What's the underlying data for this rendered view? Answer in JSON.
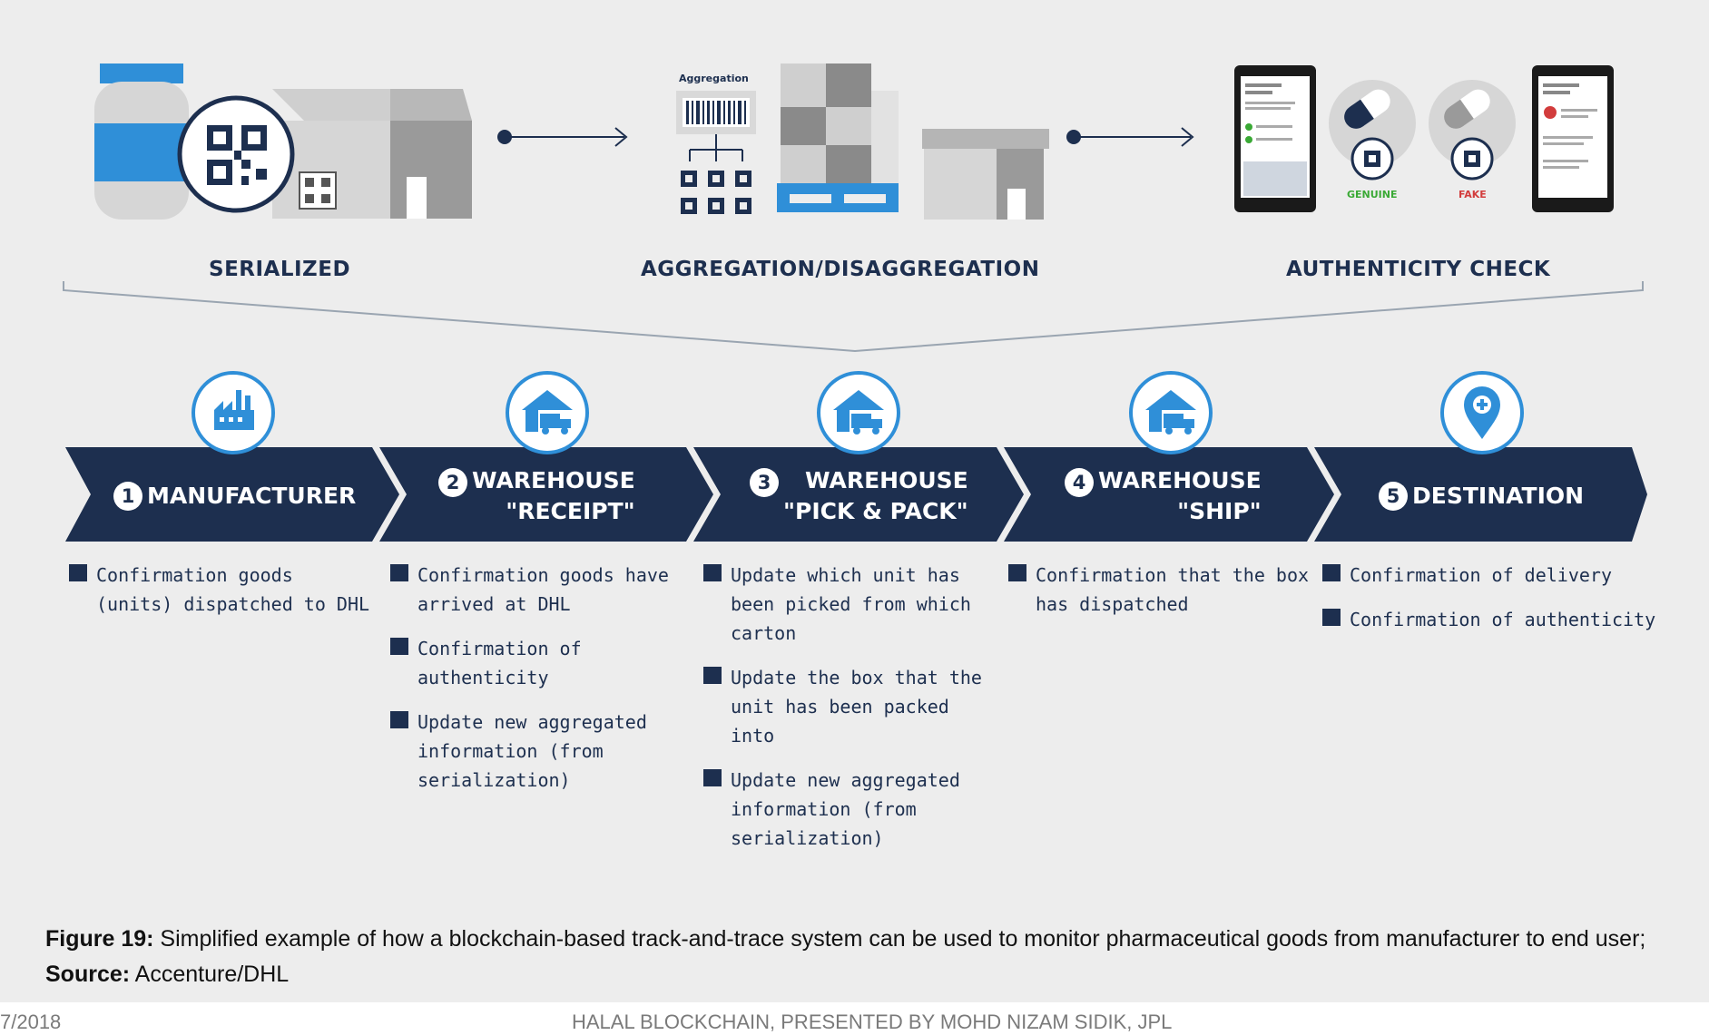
{
  "colors": {
    "navy": "#1d2f4f",
    "blue": "#2f8fd8",
    "panel": "#ededed",
    "grey_light": "#d6d6d6",
    "grey_mid": "#b0b0b0",
    "grey_dark": "#8a8a8a",
    "genuine": "#3aa935",
    "fake": "#d23c3c"
  },
  "stages": [
    {
      "label": "SERIALIZED"
    },
    {
      "label": "AGGREGATION/DISAGGREGATION",
      "icon_text": "Aggregation"
    },
    {
      "label": "AUTHENTICITY CHECK",
      "genuine": "GENUINE",
      "fake": "FAKE"
    }
  ],
  "steps": [
    {
      "number": "1",
      "title": "MANUFACTURER",
      "icon": "factory-icon",
      "items": [
        "Confirmation goods (units) dispatched to DHL"
      ]
    },
    {
      "number": "2",
      "title": "WAREHOUSE",
      "subtitle": "\"RECEIPT\"",
      "icon": "warehouse-truck-icon",
      "items": [
        "Confirmation goods have arrived at DHL",
        "Confirmation of authenticity",
        "Update new aggregated information (from serialization)"
      ]
    },
    {
      "number": "3",
      "title": "WAREHOUSE",
      "subtitle": "\"PICK & PACK\"",
      "icon": "warehouse-truck-icon",
      "items": [
        "Update which unit has been picked from which carton",
        "Update the box that the unit has been packed into",
        "Update new aggregated information (from serialization)"
      ]
    },
    {
      "number": "4",
      "title": "WAREHOUSE",
      "subtitle": "\"SHIP\"",
      "icon": "warehouse-truck-icon",
      "items": [
        "Confirmation that the box has dispatched"
      ]
    },
    {
      "number": "5",
      "title": "DESTINATION",
      "icon": "location-pin-icon",
      "items": [
        "Confirmation of delivery",
        "Confirmation of authenticity"
      ]
    }
  ],
  "caption": {
    "figure_label": "Figure 19:",
    "text": " Simplified example of how a blockchain-based track-and-trace system can be used to monitor pharmaceutical goods from manufacturer to end user; ",
    "source_label": "Source:",
    "source": " Accenture/DHL"
  },
  "footer": {
    "date": "7/2018",
    "title": "HALAL BLOCKCHAIN, PRESENTED BY MOHD NIZAM SIDIK, JPL"
  }
}
